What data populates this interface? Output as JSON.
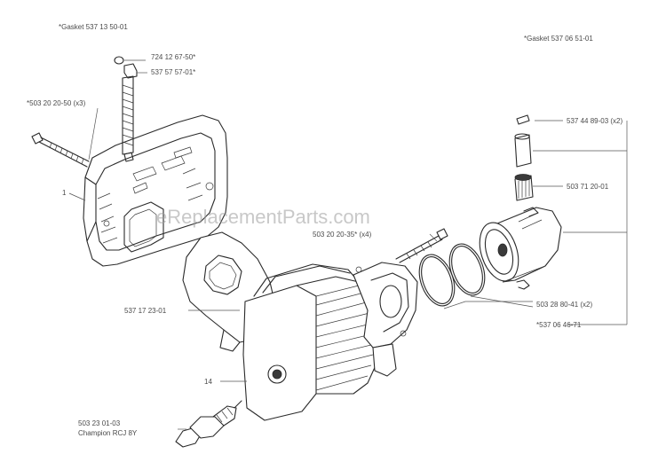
{
  "diagram": {
    "watermark": "eReplacementParts.com",
    "headers": {
      "left": "*Gasket 537 13 50-01",
      "right": "*Gasket 537 06 51-01"
    },
    "labels": {
      "screw_upper": "724 12 67-50*",
      "spring_clip": "537 57 57-01*",
      "screw_muffler": "*503 20 20-50 (x3)",
      "muffler_ref": "1",
      "ring_clip": "537 44 89-03 (x2)",
      "bearing": "503 71 20-01",
      "screw_cylinder": "503 20 20-35* (x4)",
      "gasket_plate": "537 17 23-01",
      "cylinder_ref": "14",
      "piston_rings": "503 28 80-41 (x2)",
      "piston_assy": "*537 06 46-71",
      "plug_num": "503 23 01-03",
      "plug_name": "Champion RCJ 8Y"
    }
  }
}
